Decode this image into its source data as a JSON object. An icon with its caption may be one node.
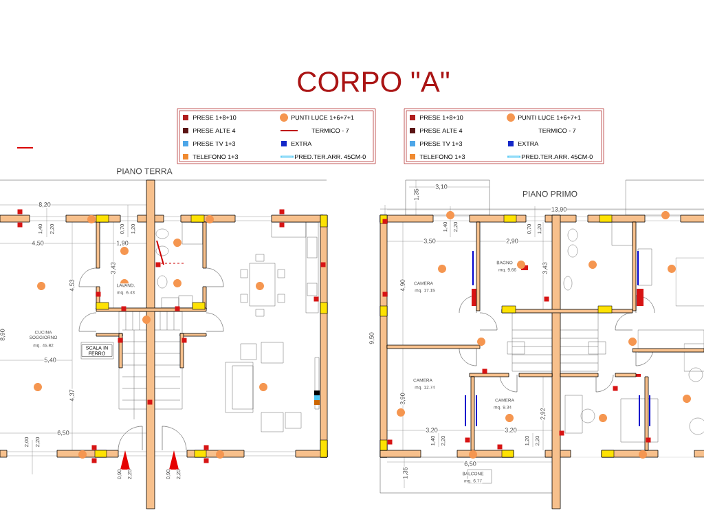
{
  "diagram": {
    "title": "CORPO \"A\"",
    "nodes": [
      {
        "text": [
          "SCALA IN FERRO"
        ]
      }
    ],
    "labels": [
      "PIANO TERRA",
      "8,20",
      "1,40",
      "2,20",
      "0,70",
      "1,20",
      "4,50",
      "1,90",
      "3,43",
      "4,53",
      "LAVAND.",
      "mq. 6.43",
      "8,90",
      "CUCINA SOGGIORNO",
      "mq. 45.82",
      "5,40",
      "4,37",
      "6,50",
      "2,00",
      "2,20",
      "0,90",
      "2,20",
      "0,90",
      "2,20",
      "PIANO PRIMO",
      "3,10",
      "1,35",
      "13,90",
      "1,40",
      "2,20",
      "0,70",
      "1,20",
      "3,50",
      "2,90",
      "BAGNO",
      "mq. 9.66",
      "3,43",
      "CAMERA",
      "mq. 17.15",
      "4,90",
      "9,50",
      "CAMERA",
      "mq. 12.74",
      "3,90",
      "CAMERA",
      "mq. 9.34",
      "2,92",
      "3,20",
      "3,20",
      "1,40",
      "2,20",
      "1,20",
      "2,20",
      "6,50",
      "1,35",
      "BALCONE",
      "mq. 6.77"
    ],
    "legend": [
      {
        "text": "PRESE 1+8+10",
        "color": "#b01c1c"
      },
      {
        "text": "PUNTI LUCE 1+6+7+1"
      },
      {
        "text": "PRESE ALTE 4",
        "color": "#5a1414"
      },
      {
        "text": "TERMICO - 7"
      },
      {
        "text": "PRESE TV 1+3",
        "color": "#4da6e8"
      },
      {
        "text": "EXTRA",
        "color": "#1428c8"
      },
      {
        "text": "TELEFONO 1+3",
        "color": "#f08a30"
      },
      {
        "text": "PRED.TER.ARR. 45CM-0"
      },
      {
        "text": "PRESE 1+8+10",
        "color": "#b01c1c"
      },
      {
        "text": "PUNTI LUCE 1+6+7+1"
      },
      {
        "text": "PRESE ALTE 4",
        "color": "#5a1414"
      },
      {
        "text": "TERMICO - 7"
      },
      {
        "text": "PRESE TV 1+3",
        "color": "#4da6e8"
      },
      {
        "text": "EXTRA",
        "color": "#1428c8"
      },
      {
        "text": "TELEFONO 1+3",
        "color": "#f08a30"
      },
      {
        "text": "PRED.TER.ARR. 45CM-0"
      }
    ]
  }
}
